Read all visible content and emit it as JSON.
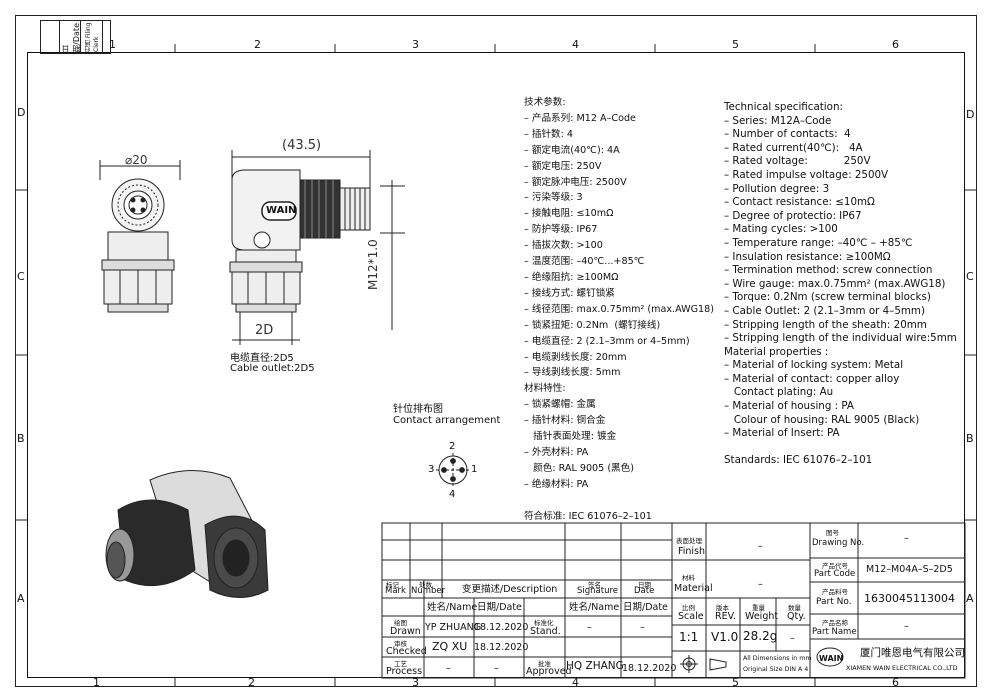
{
  "top_strip": {
    "date_label": "日期/Date",
    "filing_label": "归档 Filing Clerk"
  },
  "zones": {
    "columns": [
      "1",
      "2",
      "3",
      "4",
      "5",
      "6"
    ],
    "rows": [
      "D",
      "C",
      "B",
      "A"
    ]
  },
  "drawing": {
    "dim_length": "(43.5)",
    "dim_diameter": "⌀20",
    "dim_thread": "M12*1.0",
    "dim_cable": "2D",
    "brand_logo": "WAIN",
    "cable_note_cn": "电缆直径:2D5",
    "cable_note_en": "Cable outlet:2D5"
  },
  "contact": {
    "title_cn": "针位排布图",
    "title_en": "Contact arrangement",
    "pins": [
      "1",
      "2",
      "3",
      "4"
    ]
  },
  "spec_cn": [
    "技术参数:",
    "– 产品系列: M12 A–Code",
    "– 插针数: 4",
    "– 额定电流(40℃): 4A",
    "– 额定电压: 250V",
    "– 额定脉冲电压: 2500V",
    "– 污染等级: 3",
    "– 接触电阻: ≤10mΩ",
    "– 防护等级: IP67",
    "– 插拔次数: >100",
    "– 温度范围: –40℃...+85℃",
    "– 绝缘阻抗: ≥100MΩ",
    "– 接线方式: 螺钉锁紧",
    "– 线径范围: max.0.75mm² (max.AWG18)",
    "– 锁紧扭矩: 0.2Nm  (螺钉接线)",
    "– 电缆直径: 2 (2.1–3mm or 4–5mm)",
    "– 电缆剥线长度: 20mm",
    "– 导线剥线长度: 5mm",
    "材料特性:",
    "– 锁紧螺帽: 金属",
    "– 插针材料: 铜合金",
    "   插针表面处理: 镀金",
    "– 外壳材料: PA",
    "   颜色: RAL 9005 (黑色)",
    "– 绝缘材料: PA",
    "",
    "符合标准: IEC 61076–2–101"
  ],
  "spec_en": [
    "Technical specification:",
    "– Series: M12A–Code",
    "– Number of contacts:  4",
    "– Rated current(40℃):   4A",
    "– Rated voltage:           250V",
    "– Rated impulse voltage: 2500V",
    "– Pollution degree: 3",
    "– Contact resistance: ≤10mΩ",
    "– Degree of protectio: IP67",
    "– Mating cycles: >100",
    "– Temperature range: –40℃ – +85℃",
    "– Insulation resistance: ≥100MΩ",
    "– Termination method: screw connection",
    "– Wire gauge: max.0.75mm² (max.AWG18)",
    "– Torque: 0.2Nm (screw terminal blocks)",
    "– Cable Outlet: 2 (2.1–3mm or 4–5mm)",
    "– Stripping length of the sheath: 20mm",
    "– Stripping length of the individual wire:5mm",
    "Material properties :",
    "– Material of locking system: Metal",
    "– Material of contact: copper alloy",
    "   Contact plating: Au",
    "– Material of housing : PA",
    "   Colour of housing: RAL 9005 (Black)",
    "– Material of Insert: PA",
    "",
    "Standards: IEC 61076–2–101"
  ],
  "title_block": {
    "mark_cn": "标记",
    "mark_en": "Mark",
    "number_cn": "处数",
    "number_en": "Number",
    "desc": "变更描述/Description",
    "signature_cn": "签名",
    "signature_en": "Signature",
    "date_cn": "日期",
    "date_en": "Date",
    "name_date_1": "姓名/Name",
    "date_col_1": "日期/Date",
    "name_date_2": "姓名/Name",
    "date_col_2": "日期/Date",
    "drawn_cn": "绘图",
    "drawn_en": "Drawn",
    "drawn_name": "YP ZHUANG",
    "drawn_date": "18.12.2020",
    "stand_cn": "标准化",
    "stand_en": "Stand.",
    "stand_name": "–",
    "stand_date": "–",
    "checked_cn": "审核",
    "checked_en": "Checked",
    "checked_name": "ZQ  XU",
    "checked_date": "18.12.2020",
    "process_cn": "工艺",
    "process_en": "Process",
    "process_name": "–",
    "process_date": "–",
    "approved_cn": "批准",
    "approved_en": "Approved",
    "approved_name": "HQ  ZHANG",
    "approved_date": "18.12.2020",
    "finish_cn": "表面处理",
    "finish_en": "Finish",
    "finish_val": "–",
    "material_cn": "材料",
    "material_en": "Material",
    "material_val": "–",
    "scale_cn": "比例",
    "scale_en": "Scale",
    "scale_val": "1:1",
    "rev_cn": "版本",
    "rev_en": "REV.",
    "rev_val": "V1.0",
    "weight_cn": "重量",
    "weight_en": "Weight",
    "weight_val": "28.2g",
    "qty_cn": "数量",
    "qty_en": "Qty.",
    "qty_val": "–",
    "dims_note_1": "All Dimensions in mm",
    "dims_note_2": "Original Size DIN A 4",
    "drawing_no_cn": "图号",
    "drawing_no_en": "Drawing No.",
    "drawing_no_val": "–",
    "part_code_cn": "产品代号",
    "part_code_en": "Part Code",
    "part_code_val": "M12–M04A–S–2D5",
    "part_no_cn": "产品料号",
    "part_no_en": "Part No.",
    "part_no_val": "1630045113004",
    "part_name_cn": "产品名称",
    "part_name_en": "Part Name",
    "part_name_val": "–",
    "company_cn": "厦门唯恩电气有限公司",
    "company_en": "XIAMEN WAIN ELECTRICAL CO.,LTD",
    "logo": "WAIN"
  }
}
